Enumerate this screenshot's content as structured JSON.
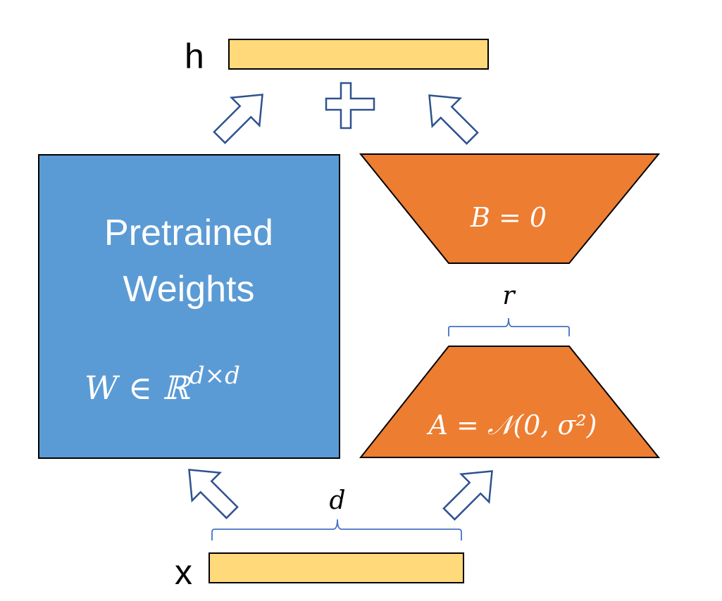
{
  "labels": {
    "output": "h",
    "input": "x",
    "pretrained_line1": "Pretrained",
    "pretrained_line2": "Weights",
    "weight_symbol": "W ∈ ℝ",
    "weight_superscript": "d×d",
    "matrix_b": "B = 0",
    "matrix_a": "A = 𝒩(0, σ²)",
    "rank": "r",
    "dim": "d"
  },
  "colors": {
    "pretrained_block": "#5b9bd5",
    "lora_blocks": "#ed7d31",
    "vectors": "#ffd97a",
    "arrow_outline": "#2f528f",
    "brace": "#4472c4"
  },
  "icons": {
    "plus": "plus-icon",
    "arrow": "hollow-arrow-icon"
  }
}
